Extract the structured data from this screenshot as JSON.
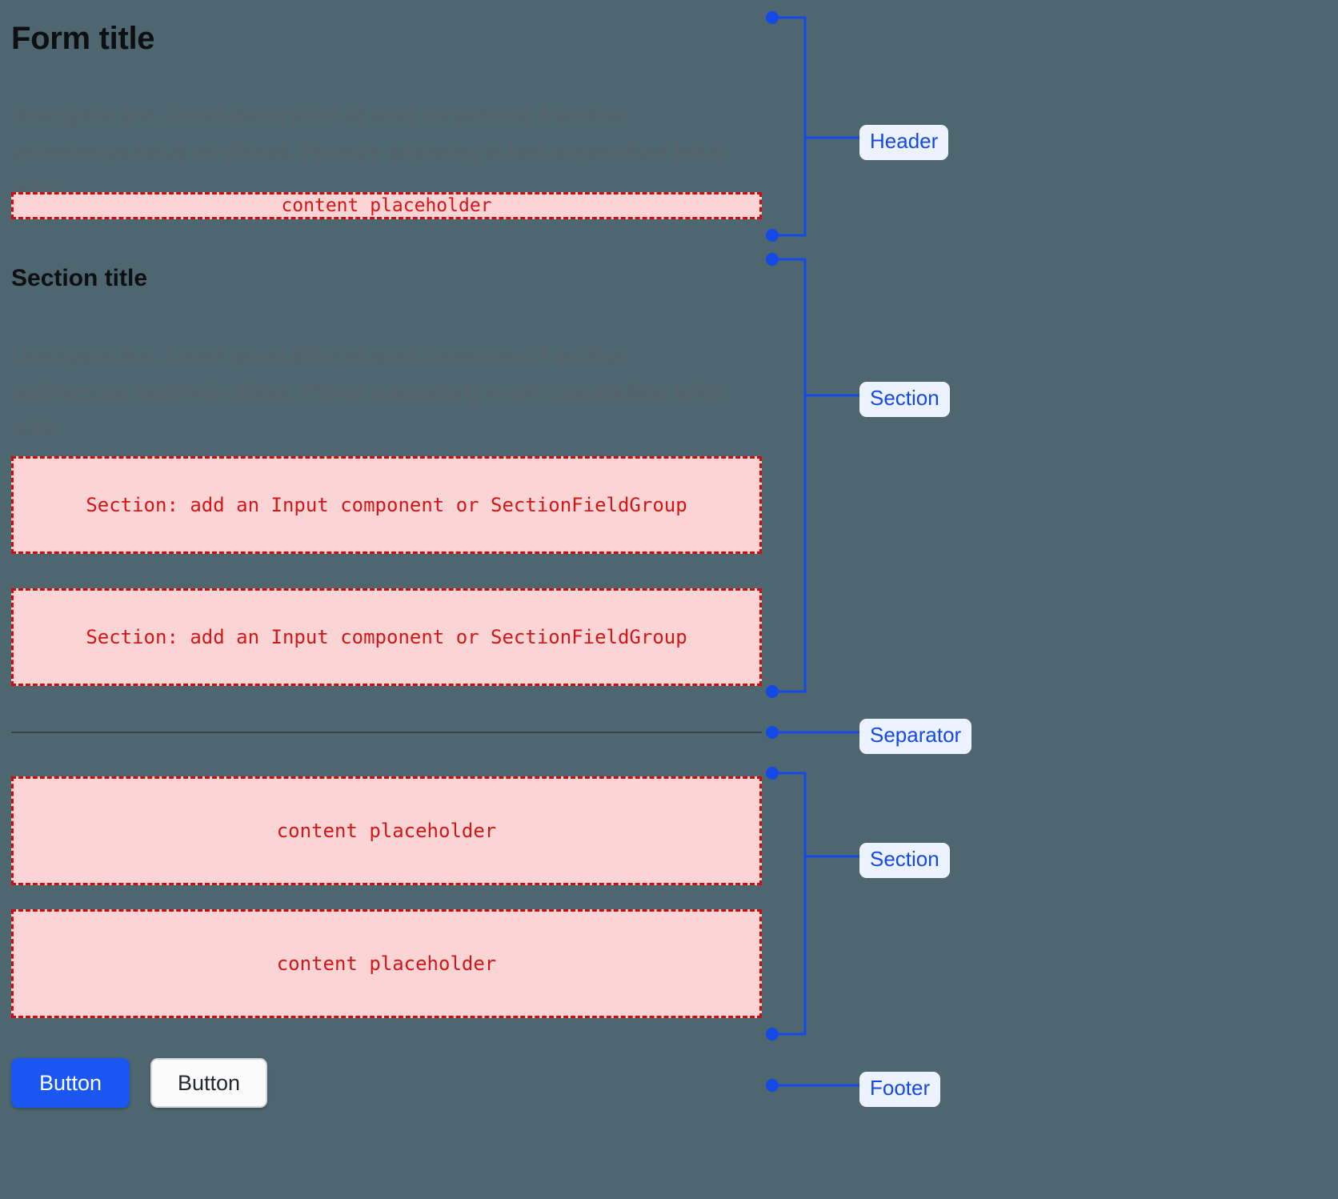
{
  "theme": {
    "page_background": "#4d6670",
    "accent_blue": "#1449e8",
    "primary_button_bg": "#1a56f0",
    "placeholder_bg": "#fbd5d5",
    "placeholder_border": "#cc0d0d",
    "placeholder_text": "#d41616",
    "badge_bg": "#edf3fe",
    "heading_color": "#0d0f11",
    "description_color": "#596169",
    "separator_color": "#3c444b"
  },
  "form": {
    "title": "Form title",
    "description": "Description text. Lorem ipsum dolor sit amet consectetur. Faucibus pellentesque netus vel ultrices. Pharetra adipiscing in sem suspendisse tellus nulla.",
    "header_placeholder": "content placeholder",
    "section": {
      "title": "Section title",
      "description": "Description text. Lorem ipsum dolor sit amet consectetur. Faucibus pellentesque netus vel ultrices. Pharetra adipiscing in sem suspendisse tellus nulla.",
      "field_placeholder_1": "Section: add an Input component or SectionFieldGroup",
      "field_placeholder_2": "Section: add an Input component or SectionFieldGroup"
    },
    "second_section": {
      "placeholder_1": "content placeholder",
      "placeholder_2": "content placeholder"
    },
    "footer": {
      "primary_button_label": "Button",
      "secondary_button_label": "Button"
    }
  },
  "annotations": {
    "header": "Header",
    "section_1": "Section",
    "separator": "Separator",
    "section_2": "Section",
    "footer": "Footer"
  }
}
